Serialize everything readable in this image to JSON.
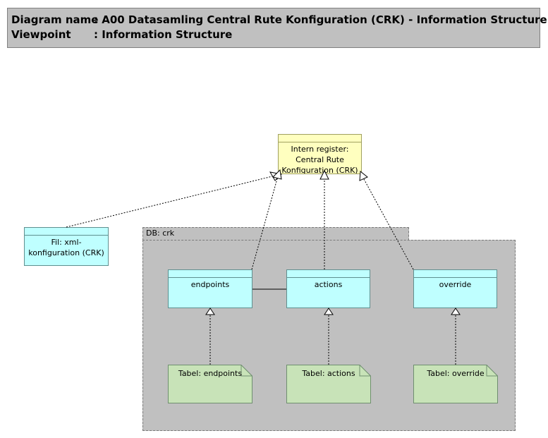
{
  "header": {
    "diagram_name_key": "Diagram name",
    "diagram_name_value": ": A00 Datasamling Central Rute Konfiguration (CRK) - Information Structure",
    "viewpoint_key": "Viewpoint",
    "viewpoint_value": ": Information Structure"
  },
  "elements": {
    "intern_register": "Intern register: Central Rute Konfiguration (CRK)",
    "fil_xml": "Fil: xml-konfiguration (CRK)",
    "db_group": "DB: crk",
    "endpoints": "endpoints",
    "actions": "actions",
    "override": "override",
    "tabel_endpoints": "Tabel: endpoints",
    "tabel_actions": "Tabel: actions",
    "tabel_override": "Tabel: override"
  },
  "colors": {
    "header_bg": "#c0c0c0",
    "data_object": "#bfffff",
    "business_object": "#ffffbf",
    "artifact": "#c8e3b8",
    "group": "#c0c0c0"
  }
}
